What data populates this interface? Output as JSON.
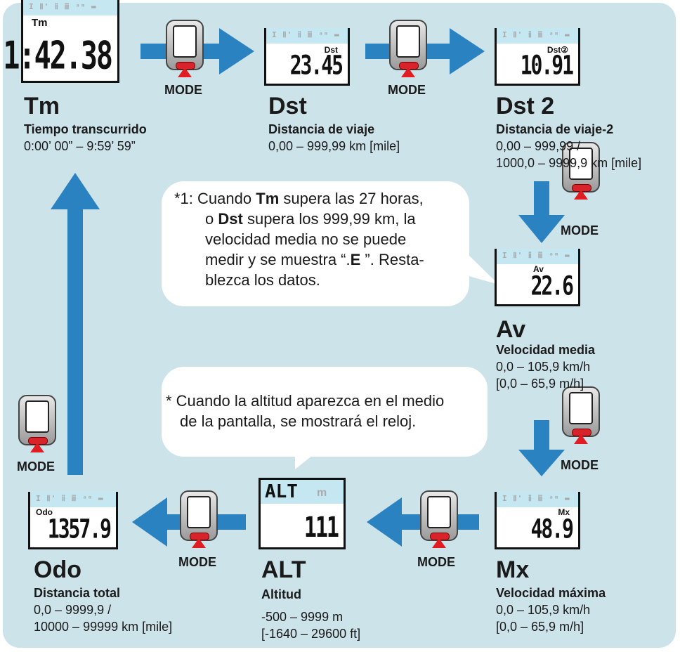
{
  "mode_label": "MODE",
  "colors": {
    "background": "#cde3ea",
    "arrow": "#2b82c0",
    "button": "#d8232a",
    "lcd_bar": "#c4e7f2"
  },
  "screens": {
    "segments": "I Ⅱ' ⅱ ⅲ ᵃᵐ ▬",
    "tm": {
      "label": "Tm",
      "value": "1:42.38"
    },
    "dst": {
      "label": "Dst",
      "value": "23.45"
    },
    "dst2": {
      "label": "Dst②",
      "value": "10.91"
    },
    "av": {
      "label": "Av",
      "value": "22.6"
    },
    "mx": {
      "label": "Mx",
      "value": "48.9"
    },
    "alt": {
      "label": "ALT",
      "unit": "m",
      "value": "111"
    },
    "odo": {
      "label": "Odo",
      "value": "1357.9"
    }
  },
  "items": {
    "tm": {
      "name": "Tm",
      "desc": "Tiempo transcurrido",
      "range1": "0:00’ 00” – 9:59’ 59”"
    },
    "dst": {
      "name": "Dst",
      "desc": "Distancia de viaje",
      "range1": "0,00 – 999,99 km [mile]"
    },
    "dst2": {
      "name": "Dst 2",
      "desc": "Distancia de viaje-2",
      "range1": "0,00 – 999,99 /",
      "range2": "1000,0 – 9999,9 km [mile]"
    },
    "av": {
      "name": "Av",
      "desc": "Velocidad media",
      "range1": "0,0 – 105,9 km/h",
      "range2": "[0,0 – 65,9 m/h]"
    },
    "mx": {
      "name": "Mx",
      "desc": "Velocidad máxima",
      "range1": "0,0 – 105,9 km/h",
      "range2": "[0,0 – 65,9 m/h]"
    },
    "alt": {
      "name": "ALT",
      "desc": "Altitud",
      "range1": "-500 – 9999 m",
      "range2": "[-1640 – 29600 ft]"
    },
    "odo": {
      "name": "Odo",
      "desc": "Distancia total",
      "range1": "0,0 – 9999,9 /",
      "range2": "10000 – 99999 km [mile]"
    }
  },
  "notes": {
    "note1": {
      "marker": "*1:",
      "part1": "Cuando",
      "tm": "Tm",
      "part2": "supera las 27 horas,",
      "part3": "o",
      "dst": "Dst",
      "part4": "supera los 999,99 km, la",
      "line3": "velocidad media no se puede",
      "part5": "medir y se muestra “.",
      "e": "E",
      "part6": " ”. Resta-",
      "line5": "blezca los datos."
    },
    "note2": {
      "line1": "* Cuando la altitud aparezca en el medio",
      "line2": "de la pantalla, se mostrará el reloj."
    }
  }
}
